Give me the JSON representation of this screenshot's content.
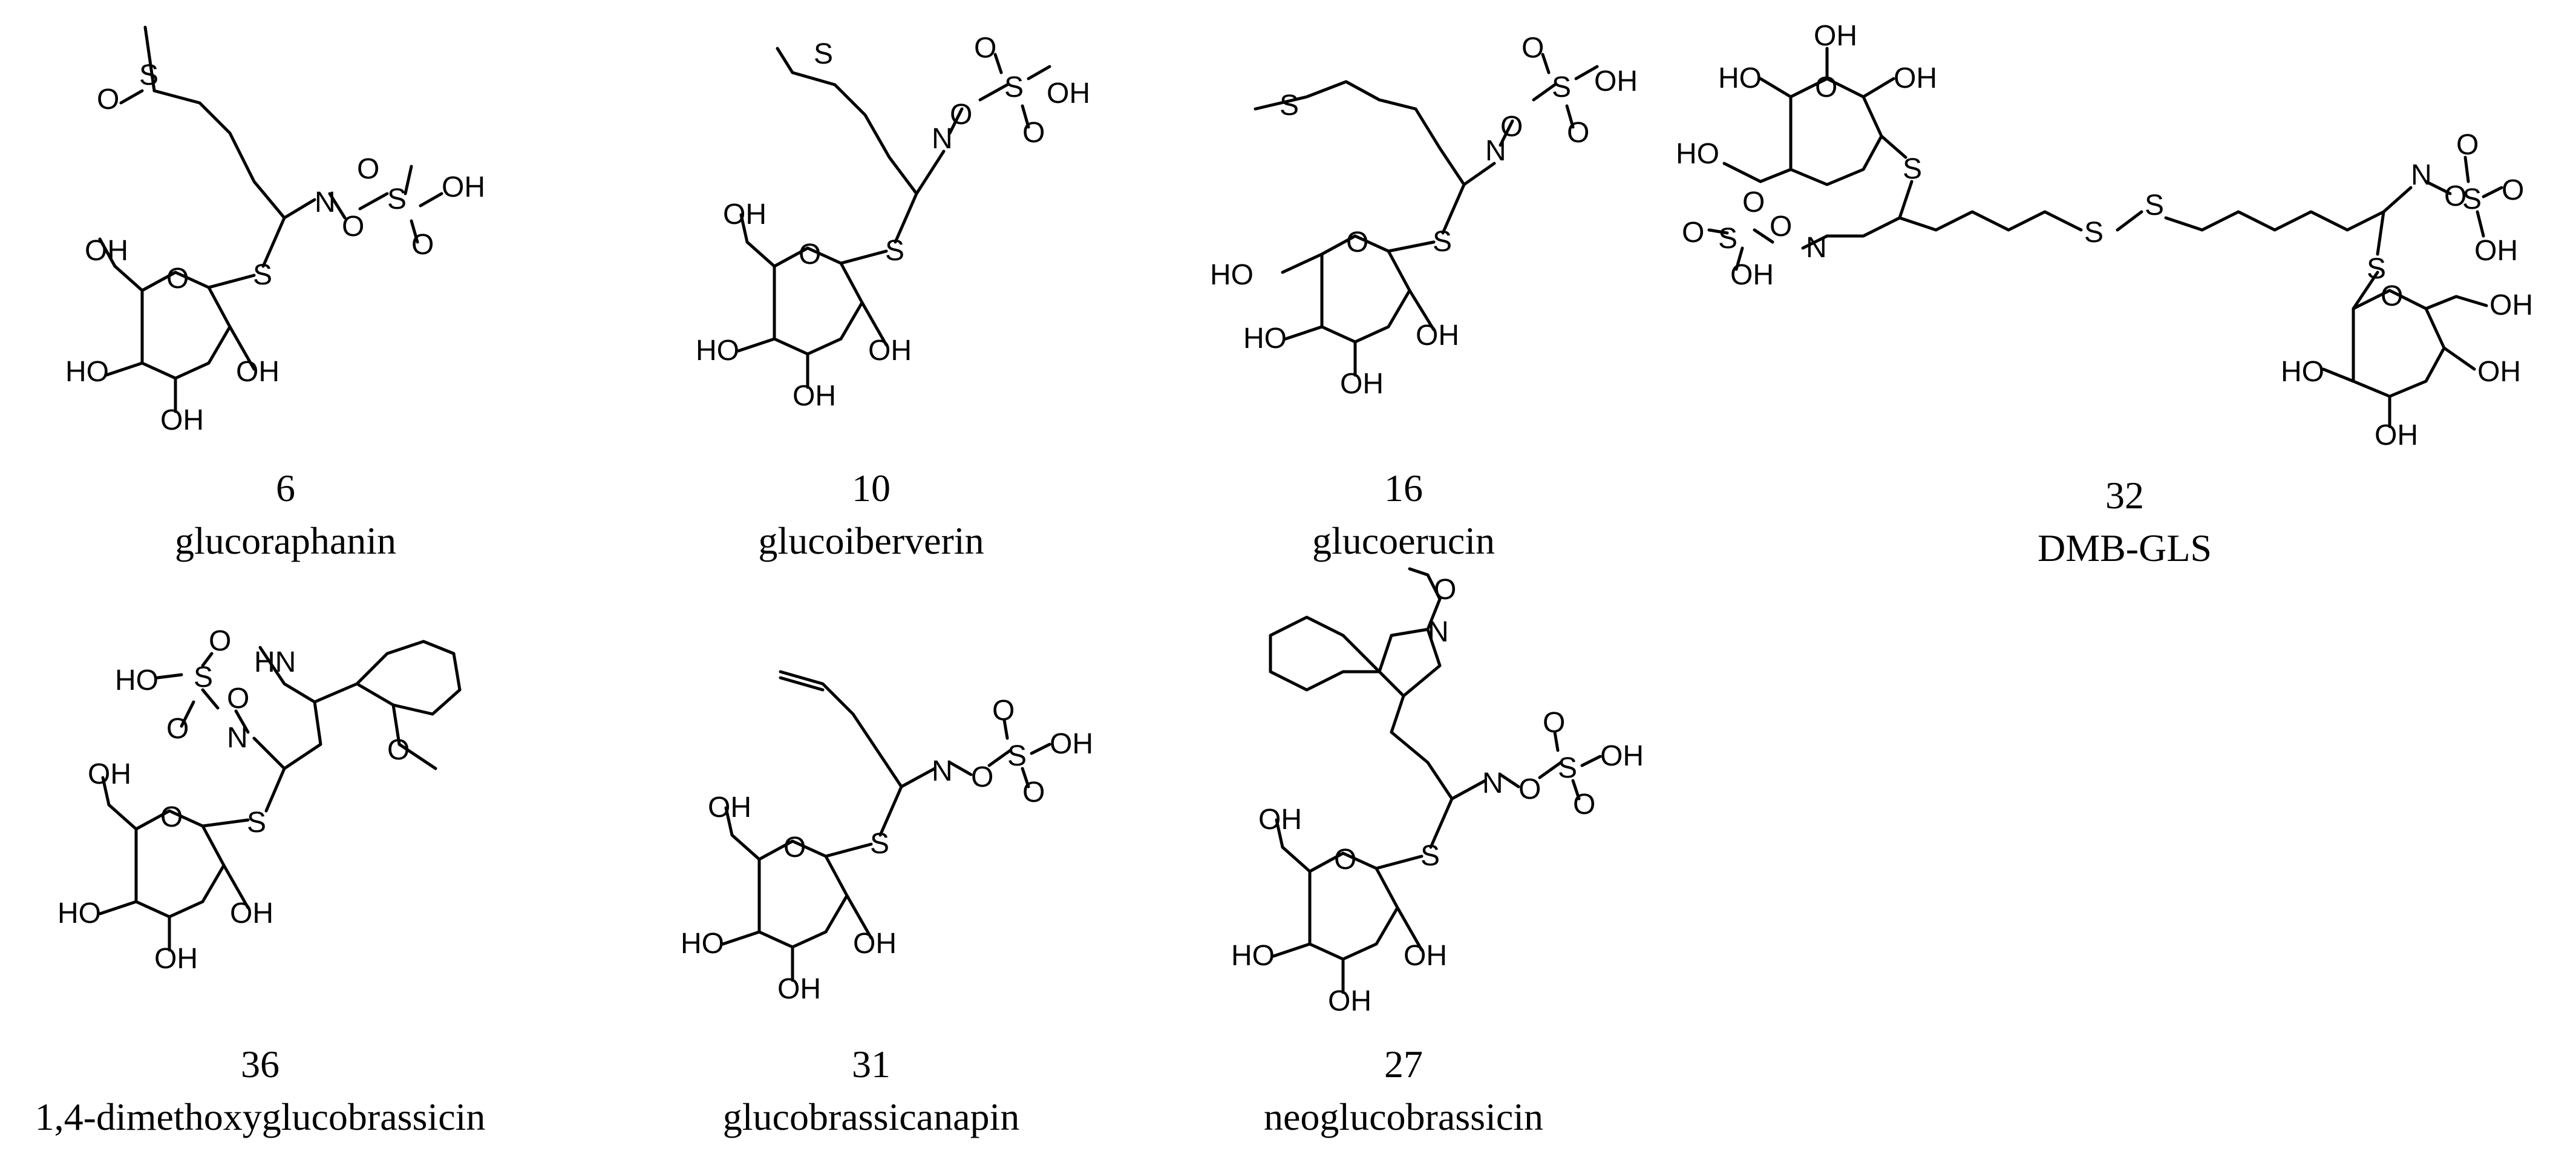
{
  "compounds": [
    {
      "number": "6",
      "name": "glucoraphanin"
    },
    {
      "number": "10",
      "name": "glucoiberverin"
    },
    {
      "number": "16",
      "name": "glucoerucin"
    },
    {
      "number": "32",
      "name": "DMB-GLS"
    },
    {
      "number": "36",
      "name": "1,4-dimethoxyglucobrassicin"
    },
    {
      "number": "31",
      "name": "glucobrassicanapin"
    },
    {
      "number": "27",
      "name": "neoglucobrassicin"
    }
  ],
  "atom_labels": {
    "OH": "OH",
    "HO": "HO",
    "O": "O",
    "S": "S",
    "N": "N",
    "HN": "HN"
  }
}
